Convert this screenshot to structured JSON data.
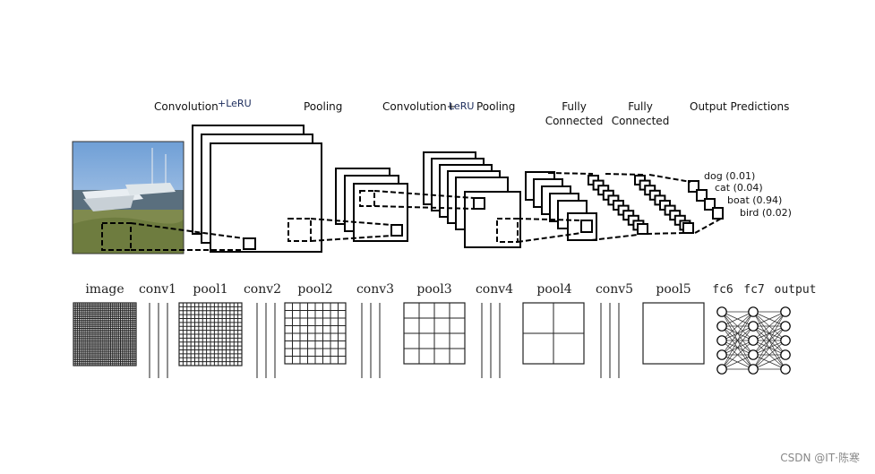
{
  "top_labels": {
    "convolution_1": "Convolution",
    "lerl_1": "+LeRU",
    "pooling_1": "Pooling",
    "convolution_2": "Convolution+",
    "lerl_2": "LeRU",
    "pooling_2": "Pooling",
    "fully_1_line1": "Fully",
    "fully_1_line2": "Connected",
    "fully_2_line1": "Fully",
    "fully_2_line2": "Connected",
    "output_predictions": "Output Predictions"
  },
  "predictions": [
    {
      "label": "dog (0.01)"
    },
    {
      "label": "cat (0.04)"
    },
    {
      "label": "boat (0.94)"
    },
    {
      "label": "bird (0.02)"
    }
  ],
  "bottom_labels": {
    "image": "image",
    "conv1": "conv1",
    "pool1": "pool1",
    "conv2": "conv2",
    "pool2": "pool2",
    "conv3": "conv3",
    "pool3": "pool3",
    "conv4": "conv4",
    "pool4": "pool4",
    "conv5": "conv5",
    "pool5": "pool5",
    "fc6": "fc6",
    "fc7": "fc7",
    "output": "output"
  },
  "watermark": "CSDN @IT·陈寒"
}
